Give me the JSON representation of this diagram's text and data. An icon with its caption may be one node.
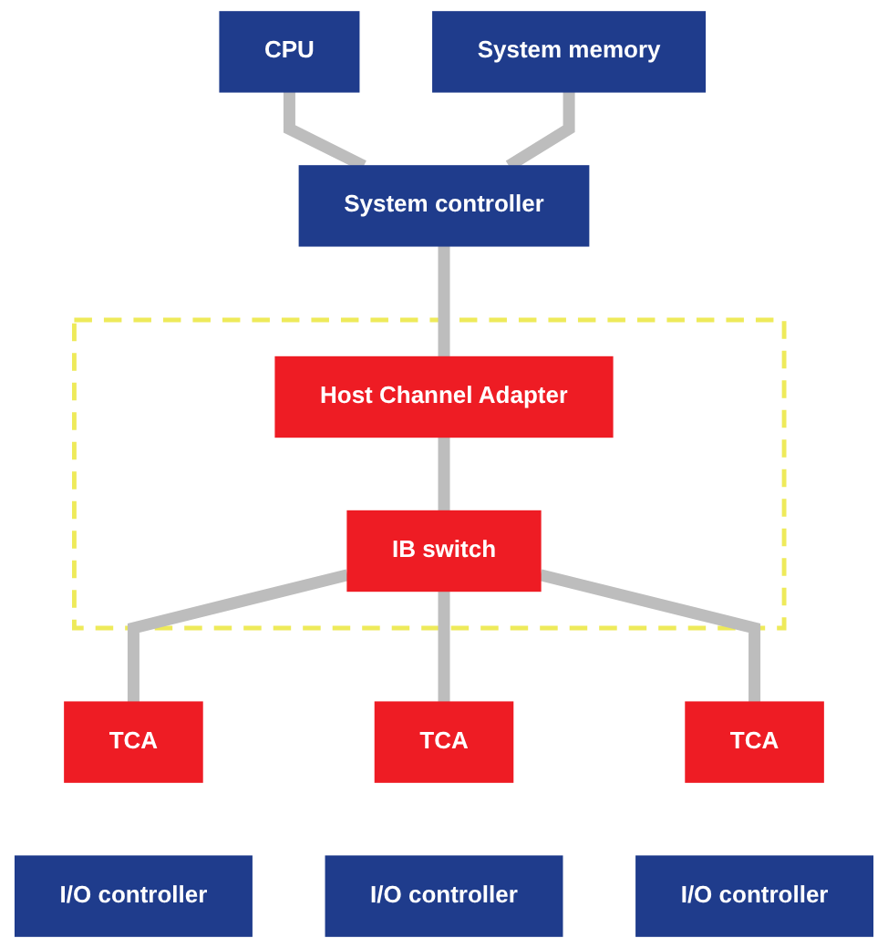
{
  "diagram": {
    "nodes": [
      {
        "text": [
          "CPU"
        ]
      },
      {
        "text": [
          "System memory"
        ]
      },
      {
        "text": [
          "System controller"
        ]
      },
      {
        "text": [],
        "shape": "box"
      },
      {
        "text": [
          "Host Channel Adapter"
        ],
        "in": 3
      },
      {
        "text": [
          "IB switch"
        ],
        "in": 3
      },
      {
        "text": [
          "I/O controller"
        ]
      },
      {
        "text": [
          "TCA"
        ]
      },
      {
        "text": [
          "TCA"
        ]
      },
      {
        "text": [
          "I/O controller"
        ]
      },
      {
        "text": [
          "TCA"
        ]
      },
      {
        "text": [
          "I/O controller"
        ]
      }
    ],
    "edges": [
      {
        "from": 0,
        "to": 2,
        "arrow": "none"
      },
      {
        "from": 1,
        "to": 2,
        "arrow": "none"
      },
      {
        "from": 2,
        "to": 4,
        "arrow": "none"
      },
      {
        "from": 4,
        "to": 5,
        "arrow": "none"
      },
      {
        "from": 5,
        "to": 7,
        "arrow": "none"
      },
      {
        "from": 5,
        "to": 8,
        "arrow": "none"
      },
      {
        "from": 5,
        "to": 10,
        "arrow": "none"
      }
    ]
  }
}
